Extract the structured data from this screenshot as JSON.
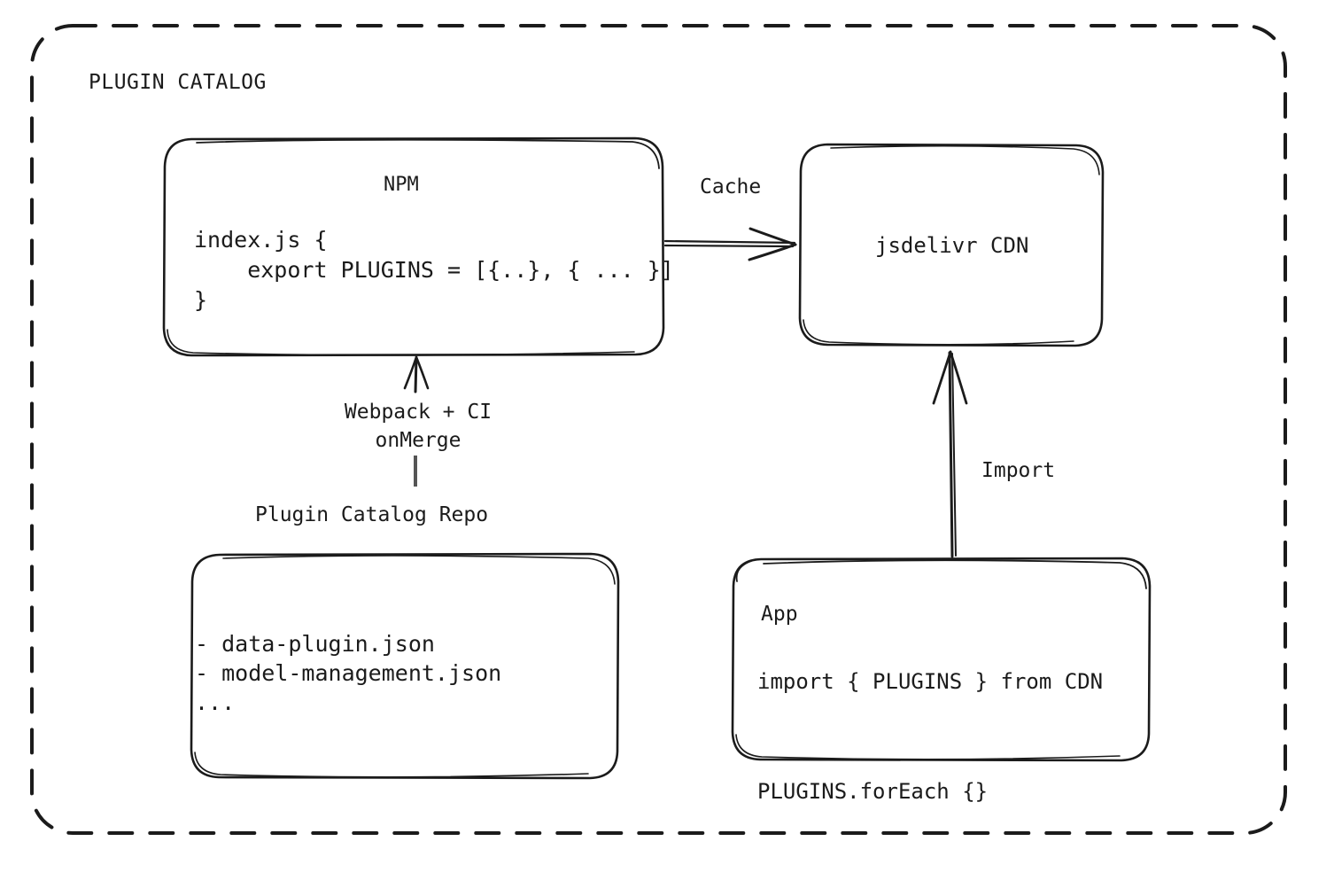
{
  "diagram": {
    "outer_container": {
      "title": "PLUGIN CATALOG",
      "border_style": "dashed",
      "border_color": "#1b1b1b"
    },
    "nodes": {
      "npm": {
        "title": "NPM",
        "code_lines": "index.js {\n    export PLUGINS = [{..}, { ... }]\n}"
      },
      "cdn": {
        "title": "jsdelivr CDN"
      },
      "repo": {
        "title": "Plugin Catalog Repo",
        "files": "- data-plugin.json\n- model-management.json\n..."
      },
      "app": {
        "title": "App",
        "code_lines": "import { PLUGINS } from CDN\n\nPLUGINS.forEach {}"
      }
    },
    "edges": {
      "cache": {
        "label": "Cache",
        "from": "npm",
        "to": "cdn",
        "direction": "right"
      },
      "webpack_ci": {
        "label": "Webpack + CI\nonMerge",
        "from": "repo",
        "to": "npm",
        "direction": "up"
      },
      "import": {
        "label": "Import",
        "from": "app",
        "to": "cdn",
        "direction": "up"
      }
    },
    "colors": {
      "stroke": "#1b1b1b",
      "background": "#ffffff"
    }
  }
}
